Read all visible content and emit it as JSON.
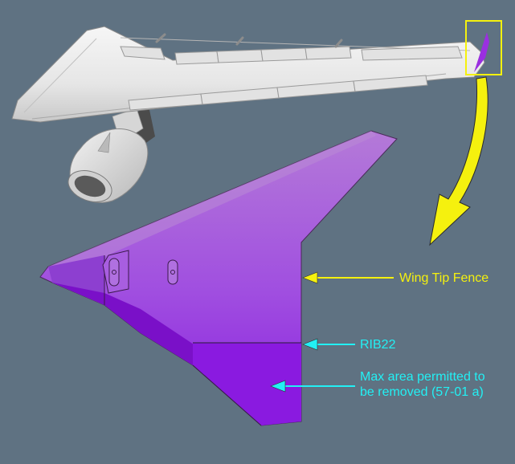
{
  "labels": {
    "wing_tip_fence": "Wing Tip Fence",
    "rib": "RIB22",
    "max_area_line1": "Max area permitted to",
    "max_area_line2": "be removed (57-01 a)"
  },
  "colors": {
    "background": "#5f7282",
    "fence_light": "#b068dc",
    "fence_mid": "#9a2fe0",
    "fence_dark": "#7a10c8",
    "callout_yellow": "#f5f10e",
    "callout_cyan": "#22f0f4",
    "wing_surface": "#ececec"
  }
}
